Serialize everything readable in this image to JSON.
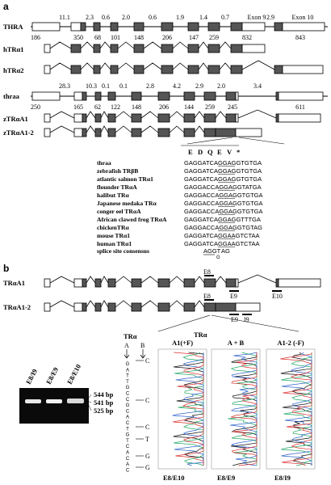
{
  "panel_a": {
    "label": "a",
    "rows": [
      {
        "name": "THRA"
      },
      {
        "name": "hTRα1"
      },
      {
        "name": "hTRα2"
      },
      {
        "name": "thraa"
      },
      {
        "name": "zTRαA1"
      },
      {
        "name": "zTRαA1-2"
      }
    ],
    "thra_intron_sizes": [
      "11.1",
      "2.3",
      "0.6",
      "2.0",
      "0.6",
      "1.9",
      "1.4",
      "0.7",
      "2.9"
    ],
    "thra_exon_sizes": [
      "186",
      "350",
      "68",
      "101",
      "148",
      "206",
      "147",
      "259",
      "832",
      "843"
    ],
    "exon9_label": "Exon 9",
    "exon10_label": "Exon 10",
    "thraa_intron_sizes": [
      "28.3",
      "10.3",
      "0.1",
      "0.1",
      "2.8",
      "4.2",
      "2.9",
      "2.0",
      "3.4"
    ],
    "thraa_exon_sizes": [
      "250",
      "165",
      "62",
      "122",
      "148",
      "206",
      "144",
      "259",
      "245",
      "611"
    ],
    "aa_residues": [
      "E",
      "D",
      "Q",
      "E",
      "V",
      "*"
    ],
    "species": [
      {
        "name": "thraa",
        "seq": "GAGGATCAGGAGGTGTGA"
      },
      {
        "name": "zebrafish TRβB",
        "seq": "GAGGATCAGGAGGTGTGA"
      },
      {
        "name": "atlantic salmon TRα1",
        "seq": "GAGGATCAGGAGGTGTGA"
      },
      {
        "name": "flounder TRαA",
        "seq": "GAGGACCAGGAGGTATGA"
      },
      {
        "name": "halibut TRα",
        "seq": "GAGGACCAGGAGGTGTGA"
      },
      {
        "name": "Japanese medaka TRα",
        "seq": "GAGGACCAGGAGGTGTGA"
      },
      {
        "name": "conger eel TRαA",
        "seq": "GAGGACCAGGAGGTGTGA"
      },
      {
        "name": "African clawed frog TRαA",
        "seq": "GAGGATCAGGAGGTTTGA"
      },
      {
        "name": "chickenTRα",
        "seq": "GAGGACCAGGAGGTGTAG"
      },
      {
        "name": "mouse TRα1",
        "seq": "GAGGATCAGGAAGTCTAA"
      },
      {
        "name": "human TRα1",
        "seq": "GAGGATCAGGAAGTCTAA"
      }
    ],
    "consensus_label": "splice site consensus",
    "consensus_seq": "AGGT",
    "consensus_tail": "AG",
    "consensus_alt": "G"
  },
  "panel_b": {
    "label": "b",
    "rows": [
      {
        "name": "TRαA1"
      },
      {
        "name": "TRαA1-2"
      }
    ],
    "exon_labels": [
      "E8",
      "E9",
      "E10",
      "E8",
      "E9",
      "I9"
    ],
    "gel_lanes": [
      "E8/I9",
      "E8/E9",
      "E8/E10"
    ],
    "bands": [
      "544 bp",
      "541 bp",
      "525 bp"
    ],
    "tr_label": "TRα",
    "primer_a": "A",
    "primer_b": "B",
    "seq_vertical": "GATTGCCGCACTGTCACAC",
    "base_calls": [
      "C",
      "C",
      "C",
      "T",
      "G",
      "G"
    ],
    "tr_header": "TRα",
    "chrom_titles": [
      "A1(+F)",
      "A + B",
      "A1-2 (-F)"
    ],
    "chrom_bottoms": [
      "E8/E10",
      "E8/E9",
      "E8/I9"
    ]
  }
}
